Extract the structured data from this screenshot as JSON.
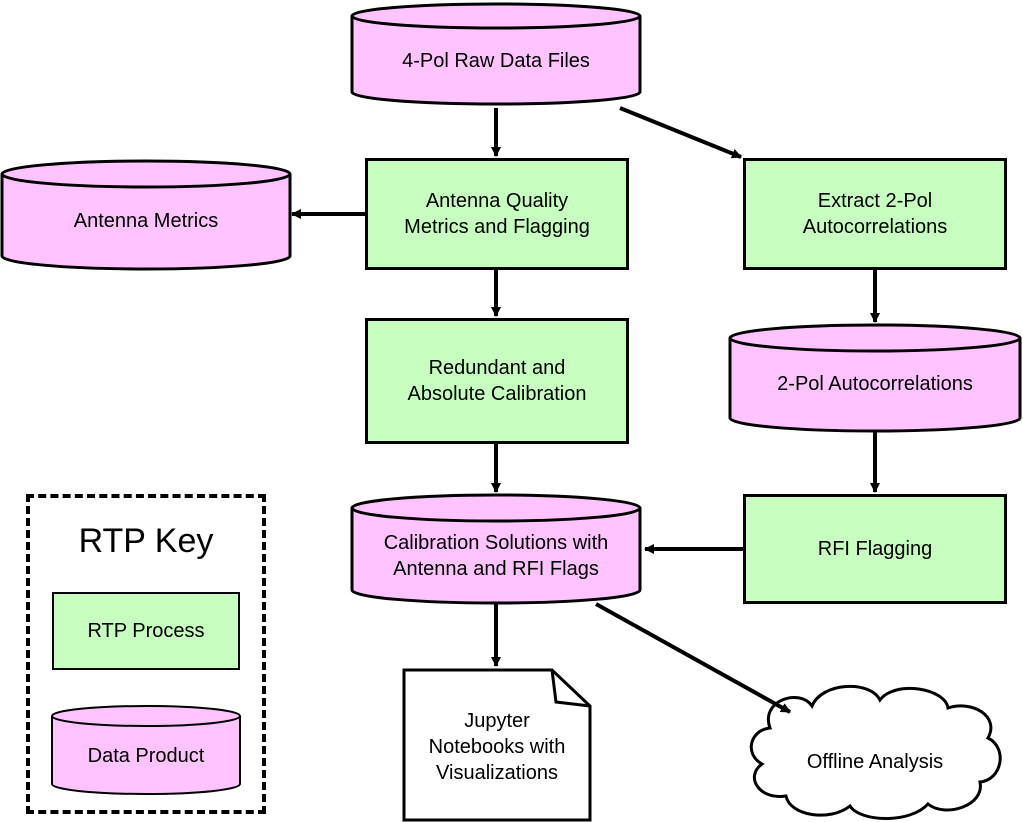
{
  "colors": {
    "process_fill": "#c6ffc0",
    "data_product_fill": "#ffc4ff",
    "stroke": "#000000"
  },
  "nodes": {
    "raw_data": "4-Pol Raw Data Files",
    "antenna_metrics_product": "Antenna Metrics",
    "antenna_quality": "Antenna Quality\nMetrics and Flagging",
    "extract_autocorr": "Extract 2-Pol\nAutocorrelations",
    "redundant_cal": "Redundant and\nAbsolute Calibration",
    "autocorr_product": "2-Pol Autocorrelations",
    "cal_solutions": "Calibration Solutions with\nAntenna and RFI Flags",
    "rfi_flagging": "RFI Flagging",
    "notebooks": "Jupyter\nNotebooks with\nVisualizations",
    "offline": "Offline Analysis"
  },
  "key": {
    "title": "RTP Key",
    "process_label": "RTP Process",
    "data_product_label": "Data Product"
  }
}
